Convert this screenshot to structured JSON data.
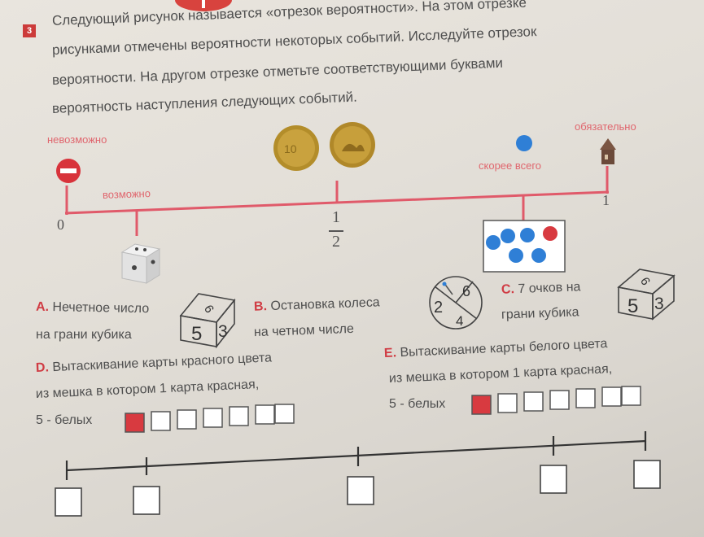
{
  "exercise": {
    "number": "3",
    "intro_lines": [
      "Следующий рисунок называется «отрезок вероятности». На этом отрезке",
      "рисунками отмечены вероятности некоторых событий. Исследуйте отрезок",
      "вероятности. На другом отрезке отметьте соответствующими буквами",
      "вероятность  наступления следующих событий."
    ]
  },
  "probability_line": {
    "label_impossible": "невозможно",
    "label_possible": "возможно",
    "label_likely": "скорее всего",
    "label_certain": "обязательно",
    "tick_zero": "0",
    "tick_half_num": "1",
    "tick_half_den": "2",
    "tick_one": "1"
  },
  "tasks": {
    "a": {
      "letter": "A.",
      "line1": "Нечетное число",
      "line2": "на грани кубика",
      "die_faces": [
        "6",
        "5",
        "3"
      ]
    },
    "b": {
      "letter": "B.",
      "line1": "Остановка колеса",
      "line2": "на четном числе",
      "wheel_numbers": [
        "2",
        "6",
        "4"
      ]
    },
    "c": {
      "letter": "C.",
      "line1": "7 очков на",
      "line2": "грани кубика",
      "die_faces": [
        "6",
        "5",
        "3"
      ]
    },
    "d": {
      "letter": "D.",
      "line1": "Вытаскивание карты красного цвета",
      "line2": "из мешка в котором  1 карта красная,",
      "line3": "5 - белых"
    },
    "e": {
      "letter": "E.",
      "line1": "Вытаскивание карты белого цвета",
      "line2": "из мешка в котором  1 карта красная,",
      "line3": "5 - белых"
    }
  },
  "colors": {
    "red": "#d83a40",
    "blue": "#2f7fd6",
    "pink_line": "#e05a6a",
    "coin": "#b8922e"
  }
}
